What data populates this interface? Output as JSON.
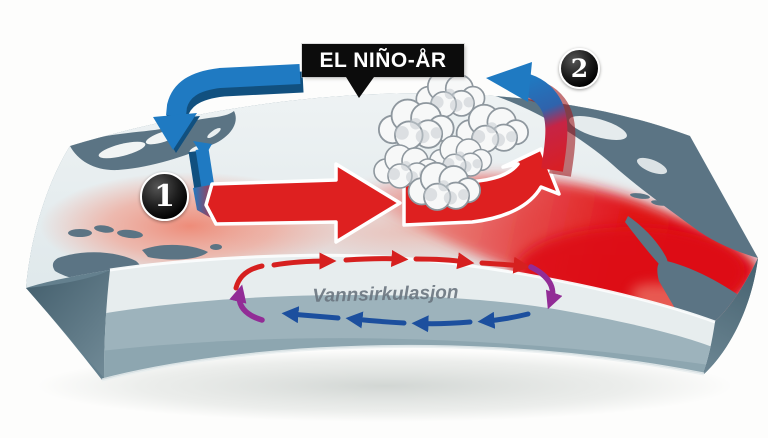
{
  "figure": {
    "title": "EL NIÑO-ÅR",
    "cross_section_label": "Vannsirkulasjon",
    "steps": [
      {
        "number": "1"
      },
      {
        "number": "2"
      }
    ],
    "icons": [
      "rain-cloud-icon",
      "wind-arrow-icon",
      "warm-current-arrow-icon",
      "water-circulation-arrow-icon"
    ],
    "colors": {
      "background": "#fdfdfc",
      "ocean_surface": "#e9eff1",
      "land": "#5b7484",
      "warm_water_red": "#de1016",
      "warm_water_pink": "#ef8e7c",
      "arrow_red": "#de2020",
      "wind_blue": "#1f7ac2",
      "wind_blue_shade": "#11507f",
      "deep_current_navy": "#1c4f9e",
      "upwelling_purple": "#922c96",
      "cross_section_upper": "#e7edee",
      "cross_section_lower": "#9db3bc",
      "badge_black": "#0c0c0c"
    }
  }
}
